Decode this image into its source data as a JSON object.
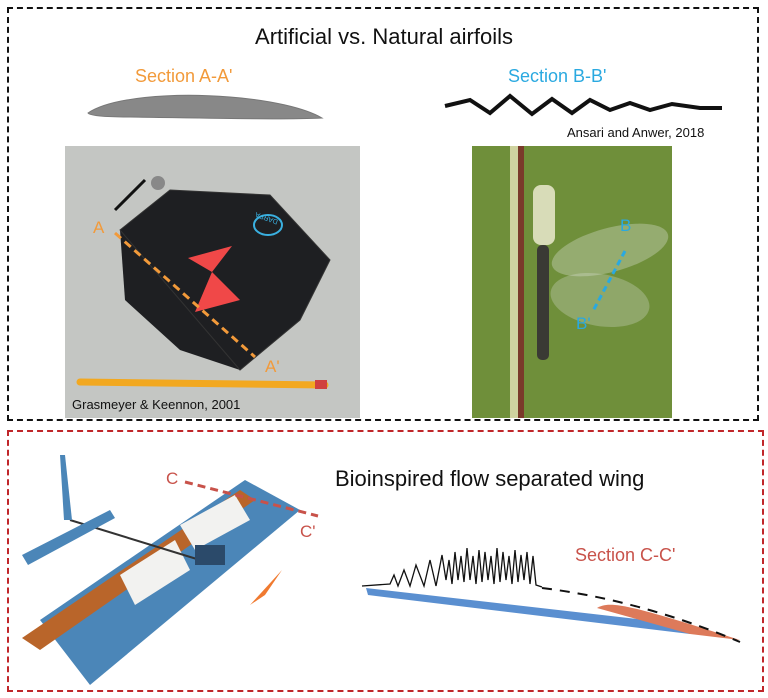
{
  "top_panel": {
    "title": "Artificial vs. Natural airfoils",
    "section_a": {
      "label": "Section A-A'",
      "color": "#f29a3a"
    },
    "section_b": {
      "label": "Section B-B'",
      "color": "#2aa9e0"
    },
    "citation_right": "Ansari and Anwer, 2018",
    "citation_left": "Grasmeyer & Keennon, 2001",
    "photo_left": {
      "marker_start": "A",
      "marker_end": "A'",
      "logo_text": "DARPA"
    },
    "photo_right": {
      "marker_start": "B",
      "marker_end": "B'"
    }
  },
  "bottom_panel": {
    "title": "Bioinspired flow separated wing",
    "section_c": {
      "label": "Section C-C'",
      "color": "#c8524a"
    },
    "photo": {
      "marker_start": "C",
      "marker_end": "C'"
    }
  }
}
